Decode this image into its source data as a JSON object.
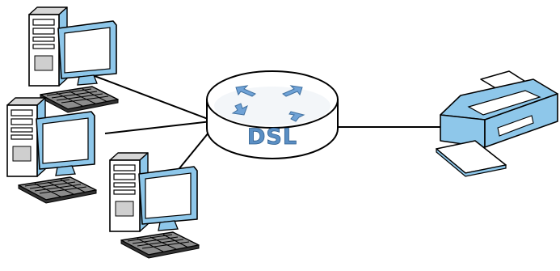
{
  "router": {
    "label": "DSL"
  },
  "devices": {
    "computers": [
      {
        "id": "computer-1",
        "icon": "desktop-computer-icon"
      },
      {
        "id": "computer-2",
        "icon": "desktop-computer-icon"
      },
      {
        "id": "computer-3",
        "icon": "desktop-computer-icon"
      }
    ],
    "printer": {
      "icon": "printer-icon"
    }
  },
  "colors": {
    "router_label": "#5b8fc4",
    "router_arrows": "#6fa2d6",
    "device_blue": "#8ec7ea",
    "screen": "#ffffff",
    "outline": "#000000",
    "shade": "#c8c8c8",
    "links": "#000000"
  }
}
